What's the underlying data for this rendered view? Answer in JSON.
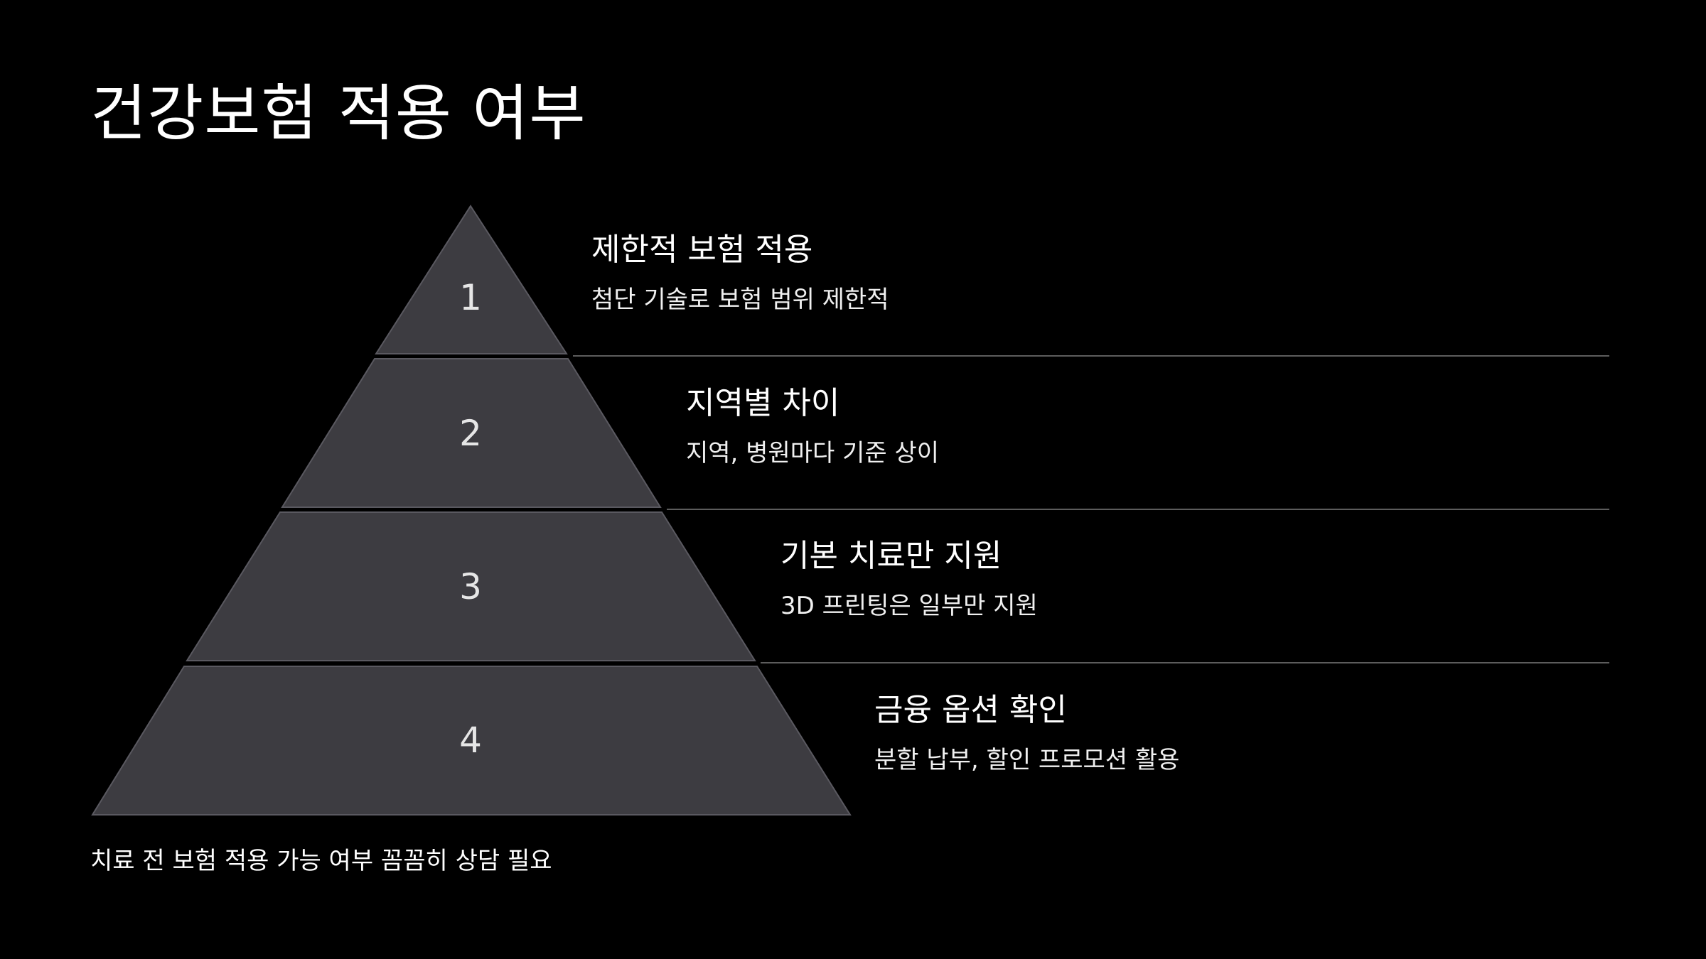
{
  "title": "건강보험 적용 여부",
  "levels": [
    {
      "number": "1",
      "title": "제한적 보험 적용",
      "description": "첨단 기술로 보험 범위 제한적"
    },
    {
      "number": "2",
      "title": "지역별 차이",
      "description": "지역, 병원마다 기준 상이"
    },
    {
      "number": "3",
      "title": "기본 치료만 지원",
      "description": "3D 프린팅은 일부만 지원"
    },
    {
      "number": "4",
      "title": "금융 옵션 확인",
      "description": "분할 납부, 할인 프로모션 활용"
    }
  ],
  "footer": "치료 전 보험 적용 가능 여부 꼼꼼히 상담 필요",
  "colors": {
    "background": "#000000",
    "segment_fill": "#3d3c41",
    "segment_stroke": "#5a5960",
    "divider": "#5c5c5c",
    "text": "#ffffff"
  }
}
